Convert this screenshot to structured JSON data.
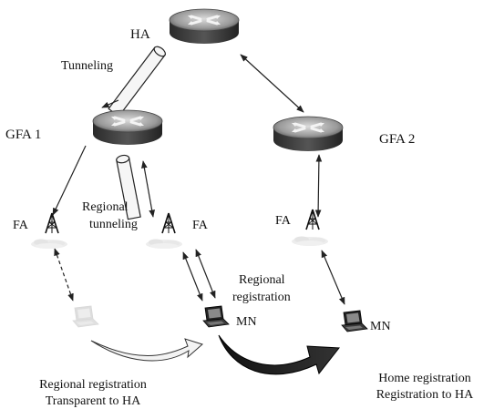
{
  "nodes": {
    "ha": "HA",
    "gfa1": "GFA 1",
    "gfa2": "GFA 2",
    "fa_left": "FA",
    "fa_mid": "FA",
    "fa_right": "FA",
    "mn_mid": "MN",
    "mn_right": "MN"
  },
  "edge_labels": {
    "tunneling": "Tunneling",
    "regional_tunneling_1": "Regional",
    "regional_tunneling_2": "tunneling",
    "regional_registration_1": "Regional",
    "regional_registration_2": "registration"
  },
  "captions": {
    "left_1": "Regional registration",
    "left_2": "Transparent to HA",
    "right_1": "Home registration",
    "right_2": "Registration to HA"
  },
  "icons": {
    "router": "router-icon",
    "antenna": "antenna-tower-icon",
    "cell": "coverage-cloud-icon",
    "laptop": "laptop-icon"
  }
}
